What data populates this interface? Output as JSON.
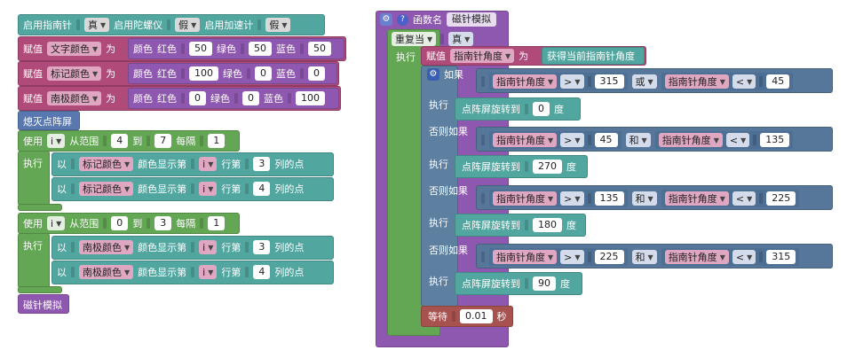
{
  "setup": {
    "compass_label": "启用指南针",
    "compass_val": "真",
    "gyro_label": "启用陀螺仪",
    "gyro_val": "假",
    "accel_label": "启用加速计",
    "accel_val": "假"
  },
  "assign_label": "赋值",
  "as_label": "为",
  "colors": [
    {
      "var": "文字颜色",
      "color_label": "颜色",
      "red_label": "红色",
      "red": "50",
      "green_label": "绿色",
      "green": "50",
      "blue_label": "蓝色",
      "blue": "50"
    },
    {
      "var": "标记颜色",
      "color_label": "颜色",
      "red_label": "红色",
      "red": "100",
      "green_label": "绿色",
      "green": "0",
      "blue_label": "蓝色",
      "blue": "0"
    },
    {
      "var": "南极颜色",
      "color_label": "颜色",
      "red_label": "红色",
      "red": "0",
      "green_label": "绿色",
      "green": "0",
      "blue_label": "蓝色",
      "blue": "100"
    }
  ],
  "clear_label": "熄灭点阵屏",
  "loop1": {
    "use": "使用",
    "var": "i",
    "from": "从范围",
    "start": "4",
    "to": "到",
    "end": "7",
    "step_label": "每隔",
    "step": "1",
    "exec": "执行"
  },
  "loop1_rows": [
    {
      "with": "以",
      "color": "标记颜色",
      "show": "颜色显示第",
      "var": "i",
      "row": "行第",
      "col": "3",
      "pt": "列的点"
    },
    {
      "with": "以",
      "color": "标记颜色",
      "show": "颜色显示第",
      "var": "i",
      "row": "行第",
      "col": "4",
      "pt": "列的点"
    }
  ],
  "loop2": {
    "use": "使用",
    "var": "i",
    "from": "从范围",
    "start": "0",
    "to": "到",
    "end": "3",
    "step_label": "每隔",
    "step": "1",
    "exec": "执行"
  },
  "loop2_rows": [
    {
      "with": "以",
      "color": "南极颜色",
      "show": "颜色显示第",
      "var": "i",
      "row": "行第",
      "col": "3",
      "pt": "列的点"
    },
    {
      "with": "以",
      "color": "南极颜色",
      "show": "颜色显示第",
      "var": "i",
      "row": "行第",
      "col": "4",
      "pt": "列的点"
    }
  ],
  "call_label": "磁针模拟",
  "func": {
    "gear_icon": "⚙",
    "help_icon": "?",
    "def_label": "函数名",
    "name": "磁针模拟",
    "repeat": "重复当",
    "repeat_val": "真",
    "exec": "执行",
    "assign": "赋值",
    "heading_var": "指南针角度",
    "as": "为",
    "get_heading": "获得当前指南针角度",
    "if": "如果",
    "elif": "否则如果",
    "rotate": "点阵屏旋转到",
    "deg": "度",
    "wait": "等待",
    "wait_val": "0.01",
    "sec": "秒"
  },
  "branches": [
    {
      "kw": "如果",
      "v1": "指南针角度",
      "op1": ">",
      "n1": "315",
      "logic": "或",
      "v2": "指南针角度",
      "op2": "<",
      "n2": "45",
      "rot": "0"
    },
    {
      "kw": "否则如果",
      "v1": "指南针角度",
      "op1": ">",
      "n1": "45",
      "logic": "和",
      "v2": "指南针角度",
      "op2": "<",
      "n2": "135",
      "rot": "270"
    },
    {
      "kw": "否则如果",
      "v1": "指南针角度",
      "op1": ">",
      "n1": "135",
      "logic": "和",
      "v2": "指南针角度",
      "op2": "<",
      "n2": "225",
      "rot": "180"
    },
    {
      "kw": "否则如果",
      "v1": "指南针角度",
      "op1": ">",
      "n1": "225",
      "logic": "和",
      "v2": "指南针角度",
      "op2": "<",
      "n2": "315",
      "rot": "90"
    }
  ]
}
